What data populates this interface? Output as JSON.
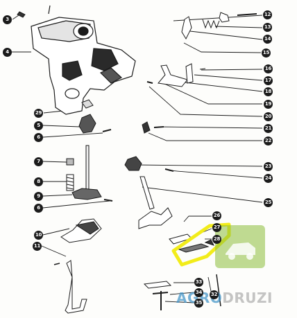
{
  "colors": {
    "ink": "#1b1b1b",
    "highlight": "#f2ec1a",
    "watermark_green": "#8dbf3c",
    "watermark_blue": "#4696c8"
  },
  "labels": [
    "3",
    "4",
    "29",
    "5",
    "6",
    "7",
    "8",
    "9",
    "6",
    "10",
    "11",
    "12",
    "13",
    "14",
    "15",
    "16",
    "17",
    "18",
    "19",
    "20",
    "21",
    "22",
    "23",
    "24",
    "25",
    "26",
    "27",
    "28",
    "33",
    "34",
    "35",
    "32"
  ],
  "watermark": {
    "part1": "AGRO",
    "part2": "DRUZI"
  },
  "highlighted_parts": [
    "27",
    "28"
  ]
}
